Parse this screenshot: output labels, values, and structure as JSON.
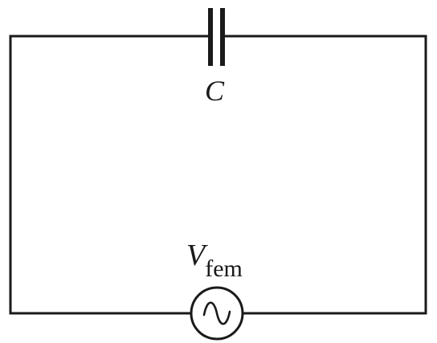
{
  "components": {
    "capacitor": {
      "label": "C"
    },
    "source": {
      "label_main": "V",
      "label_subscript": "fem",
      "icon": "ac-source-icon"
    }
  },
  "colors": {
    "ink": "#1a1a1a",
    "background": "#ffffff"
  }
}
